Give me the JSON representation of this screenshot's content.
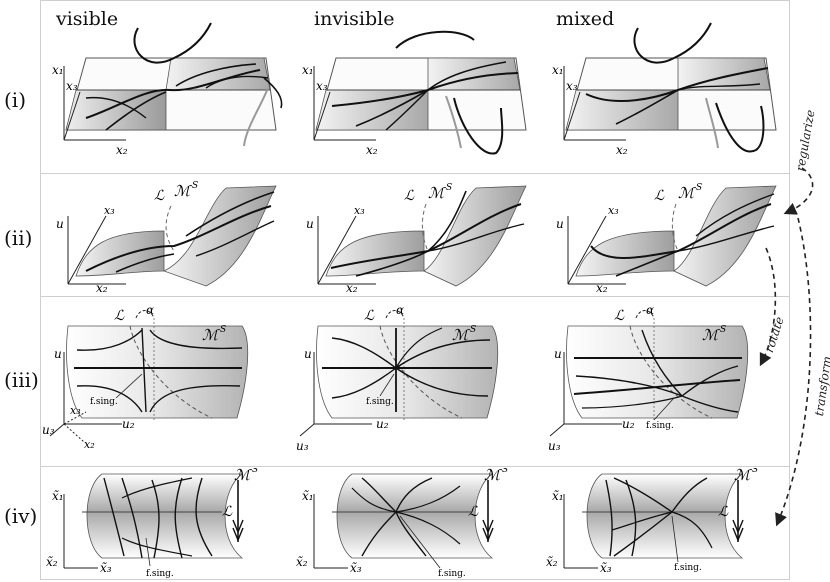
{
  "columns": [
    "visible",
    "invisible",
    "mixed"
  ],
  "rows": [
    "(i)",
    "(ii)",
    "(iii)",
    "(iv)"
  ],
  "arrows": [
    "regularize",
    "rotate",
    "transform"
  ],
  "panel_labels": {
    "x1": "x₁",
    "x2": "x₂",
    "x3": "x₃",
    "u": "u",
    "u2": "u₂",
    "u3": "u₃",
    "L": "ℒ",
    "MS": "ℳ",
    "S": "S",
    "alpha": "α",
    "fsing": "f.sing.",
    "tx1": "x̃₁",
    "tx2": "x̃₂",
    "tx3": "x̃₃"
  }
}
